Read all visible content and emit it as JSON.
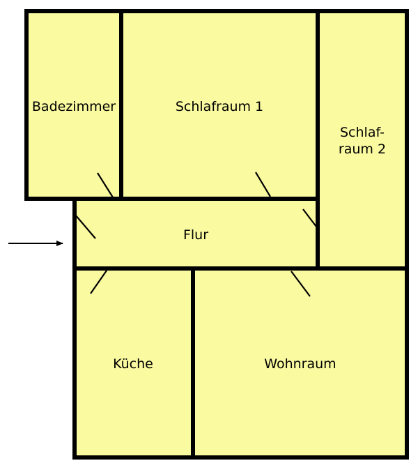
{
  "colors": {
    "room_fill": "#fafaa0",
    "wall": "#000000",
    "background": "#ffffff"
  },
  "rooms": {
    "badezimmer": {
      "label": "Badezimmer"
    },
    "schlafraum1": {
      "label": "Schlafraum 1"
    },
    "schlafraum2": {
      "label_line1": "Schlaf-",
      "label_line2": "raum 2"
    },
    "flur": {
      "label": "Flur"
    },
    "kueche": {
      "label": "Küche"
    },
    "wohnraum": {
      "label": "Wohnraum"
    }
  },
  "entry": {
    "icon": "arrow-right-icon"
  }
}
